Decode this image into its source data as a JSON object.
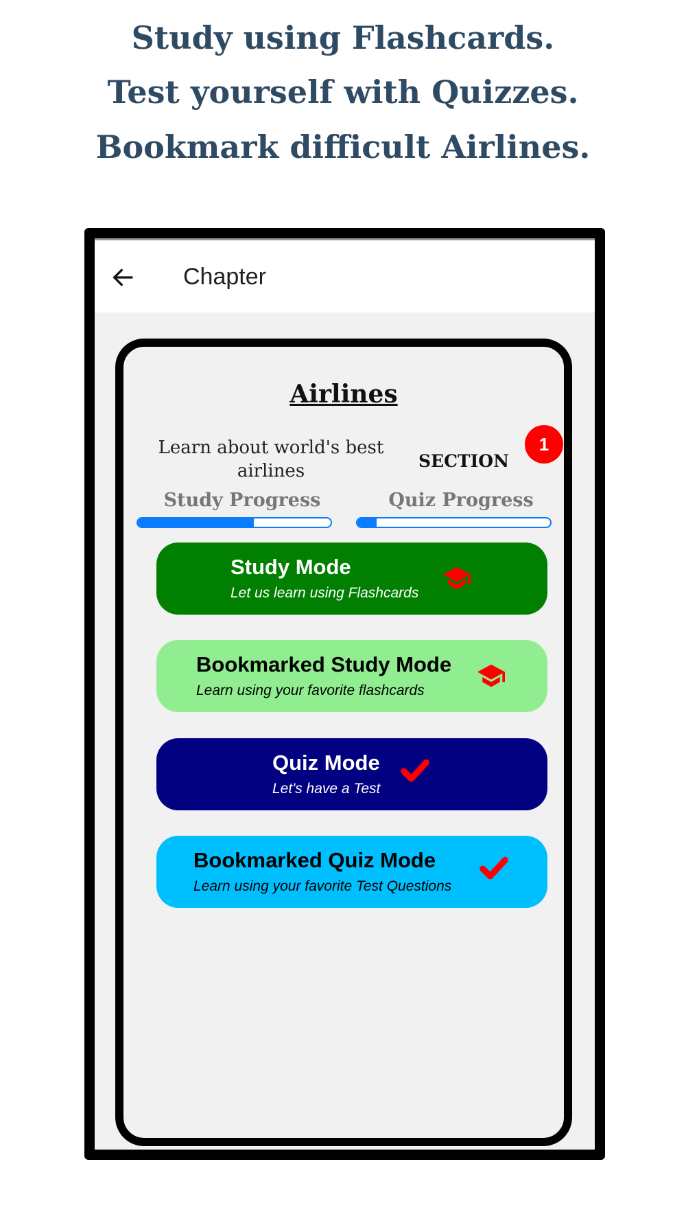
{
  "headline": [
    "Study using Flashcards.",
    "Test yourself with Quizzes.",
    "Bookmark difficult Airlines."
  ],
  "appbar": {
    "title": "Chapter",
    "back_icon": "arrow-left-icon"
  },
  "card": {
    "title": "Airlines",
    "description": "Learn about world's best airlines",
    "section_label": "SECTION",
    "section_number": "1",
    "study_progress_label": "Study Progress",
    "study_progress": 0.6,
    "quiz_progress_label": "Quiz Progress",
    "quiz_progress": 0.1
  },
  "buttons": [
    {
      "title": "Study Mode",
      "subtitle": "Let us learn using Flashcards",
      "bg": "#007f00",
      "fg": "#ffffff",
      "icon": "graduation-cap-icon"
    },
    {
      "title": "Bookmarked Study Mode",
      "subtitle": "Learn using your favorite flashcards",
      "bg": "#90ee90",
      "fg": "#000000",
      "icon": "graduation-cap-icon"
    },
    {
      "title": "Quiz Mode",
      "subtitle": "Let's have a Test",
      "bg": "#000080",
      "fg": "#ffffff",
      "icon": "checkmark-icon"
    },
    {
      "title": "Bookmarked Quiz Mode",
      "subtitle": "Learn using your favorite Test Questions",
      "bg": "#00bfff",
      "fg": "#000000",
      "icon": "checkmark-icon"
    }
  ],
  "colors": {
    "accent": "#0a7cff",
    "badge": "#ff0000",
    "icon": "#ff0000",
    "headline": "#2f4a63"
  }
}
